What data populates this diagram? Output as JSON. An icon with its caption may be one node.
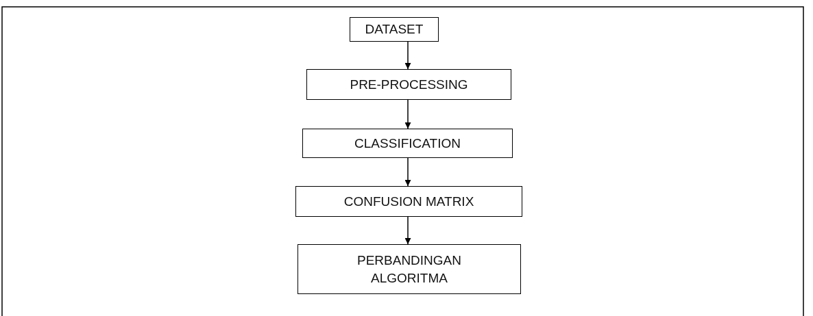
{
  "diagram": {
    "nodes": [
      {
        "text": [
          "DATASET"
        ]
      },
      {
        "text": [
          "PRE-PROCESSING"
        ]
      },
      {
        "text": [
          "CLASSIFICATION"
        ]
      },
      {
        "text": [
          "CONFUSION MATRIX"
        ]
      },
      {
        "text": [
          "PERBANDINGAN ALGORITMA"
        ]
      }
    ],
    "edges": [
      {
        "from": 0,
        "to": 1,
        "arrow": "to"
      },
      {
        "from": 1,
        "to": 2,
        "arrow": "to"
      },
      {
        "from": 2,
        "to": 3,
        "arrow": "to"
      },
      {
        "from": 3,
        "to": 4,
        "arrow": "to"
      }
    ]
  }
}
